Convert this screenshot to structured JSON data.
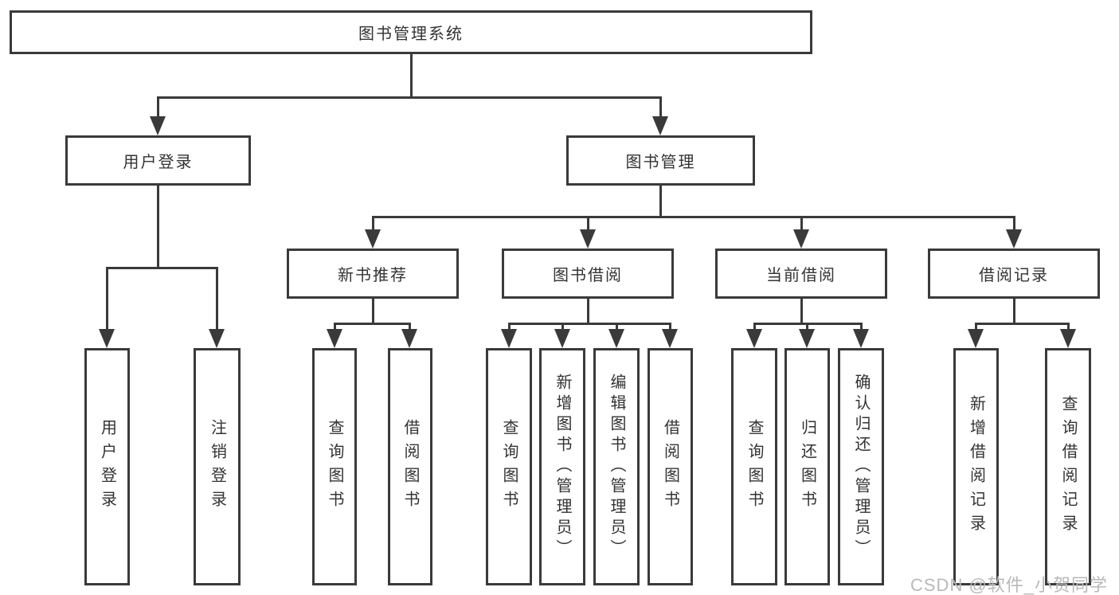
{
  "nodes": {
    "root": "图书管理系统",
    "user_login": "用户登录",
    "book_mgmt": "图书管理",
    "new_book_rec": "新书推荐",
    "book_borrow": "图书借阅",
    "current_borrow": "当前借阅",
    "borrow_records": "借阅记录",
    "leaf_user_login": "用户登录",
    "leaf_logout": "注销登录",
    "leaf_rec_query": "查询图书",
    "leaf_rec_borrow": "借阅图书",
    "leaf_bb_query": "查询图书",
    "leaf_bb_add": "新增图书（管理员）",
    "leaf_bb_edit": "编辑图书（管理员）",
    "leaf_bb_borrow": "借阅图书",
    "leaf_cb_query": "查询图书",
    "leaf_cb_return": "归还图书",
    "leaf_cb_confirm": "确认归还（管理员）",
    "leaf_br_add": "新增借阅记录",
    "leaf_br_query": "查询借阅记录"
  },
  "watermark": "CSDN @软件_小贺同学",
  "colors": {
    "line": "#3a3a3a",
    "text": "#333333",
    "watermark": "#b9b9b9",
    "background": "#ffffff"
  }
}
